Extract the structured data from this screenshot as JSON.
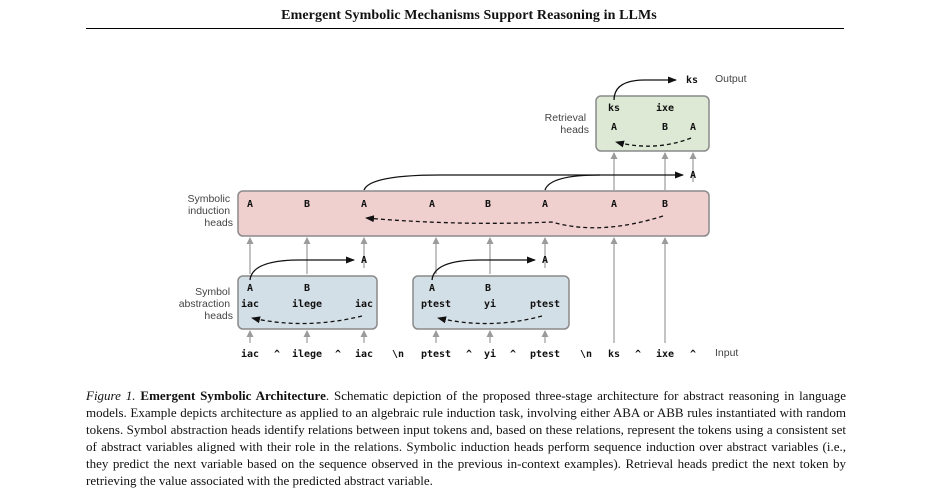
{
  "header": {
    "title": "Emergent Symbolic Mechanisms Support Reasoning in LLMs"
  },
  "diagram": {
    "labels": {
      "output": "Output",
      "input": "Input",
      "retrieval_heads": [
        "Retrieval",
        "heads"
      ],
      "symbolic_induction_heads": [
        "Symbolic",
        "induction",
        "heads"
      ],
      "symbol_abstraction_heads": [
        "Symbol",
        "abstraction",
        "heads"
      ]
    },
    "input_tokens": [
      "iac",
      "^",
      "ilege",
      "^",
      "iac",
      "\\n",
      "ptest",
      "^",
      "yi",
      "^",
      "ptest",
      "\\n",
      "ks",
      "^",
      "ixe",
      "^"
    ],
    "abstraction_box_1": {
      "variables": [
        "A",
        "B"
      ],
      "tokens": [
        "iac",
        "ilege",
        "iac"
      ],
      "prediction": "A"
    },
    "abstraction_box_2": {
      "variables": [
        "A",
        "B"
      ],
      "tokens": [
        "ptest",
        "yi",
        "ptest"
      ],
      "prediction": "A"
    },
    "induction_row": [
      "A",
      "B",
      "A",
      "A",
      "B",
      "A",
      "A",
      "B"
    ],
    "induction_prediction": "A",
    "retrieval_box": {
      "tokens": [
        "ks",
        "ixe"
      ],
      "variables": [
        "A",
        "B",
        "A"
      ]
    },
    "output_token": "ks",
    "colors": {
      "retrieval_fill": "#dde9d4",
      "induction_fill": "#f0cfcf",
      "abstraction_fill": "#d3dfe6",
      "box_stroke": "#8a8a8a",
      "arrow_gray": "#9b9b9b"
    }
  },
  "caption": {
    "figure_label": "Figure 1.",
    "bold_title": "Emergent Symbolic Architecture",
    "body": ". Schematic depiction of the proposed three-stage architecture for abstract reasoning in language models. Example depicts architecture as applied to an algebraic rule induction task, involving either ABA or ABB rules instantiated with random tokens. Symbol abstraction heads identify relations between input tokens and, based on these relations, represent the tokens using a consistent set of abstract variables aligned with their role in the relations. Symbolic induction heads perform sequence induction over abstract variables (i.e., they predict the next variable based on the sequence observed in the previous in-context examples). Retrieval heads predict the next token by retrieving the value associated with the predicted abstract variable."
  }
}
